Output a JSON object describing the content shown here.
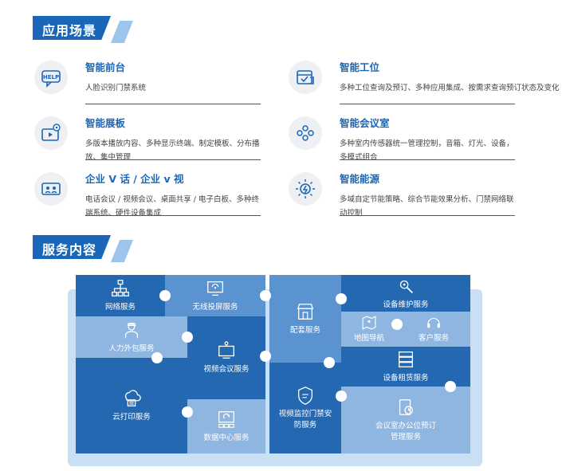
{
  "section1": {
    "title": "应用场景"
  },
  "section2": {
    "title": "服务内容"
  },
  "scenarios": [
    {
      "name": "智能前台",
      "desc": "人脸识别门禁系统"
    },
    {
      "name": "智能工位",
      "desc": "多种工位查询及预订、多种应用集成、按需求查询预订状态及变化"
    },
    {
      "name": "智能展板",
      "desc": "多版本播放内容、多种显示终端、制定模板、分布播放、集中管理"
    },
    {
      "name": "智能会议室",
      "desc": "多种室内传感器统一管理控制，音箱、灯光、设备，多模式组合"
    },
    {
      "name": "企业 V 话 / 企业 v 视",
      "desc": "电话会议 / 视频会议、桌面共享 / 电子白板、多种终端系统、硬件设备集成"
    },
    {
      "name": "智能能源",
      "desc": "多域自定节能策略、综合节能效果分析、门禁网络联动控制"
    }
  ],
  "icons": {
    "help": "HELP",
    "grid": "grid-icon"
  },
  "services": {
    "network": "网络服务",
    "wireless": "无线投屏服务",
    "hr": "人力外包服务",
    "video_conf": "视频会议服务",
    "cloud_print": "云打印服务",
    "datacenter": "数据中心服务",
    "matching": "配套服务",
    "monitor": "视频监控门禁安防服务",
    "maintenance": "设备维护服务",
    "map": "地图导航",
    "customer": "客户服务",
    "rental": "设备租赁服务",
    "booking": "会议室办公位预订管理服务"
  }
}
